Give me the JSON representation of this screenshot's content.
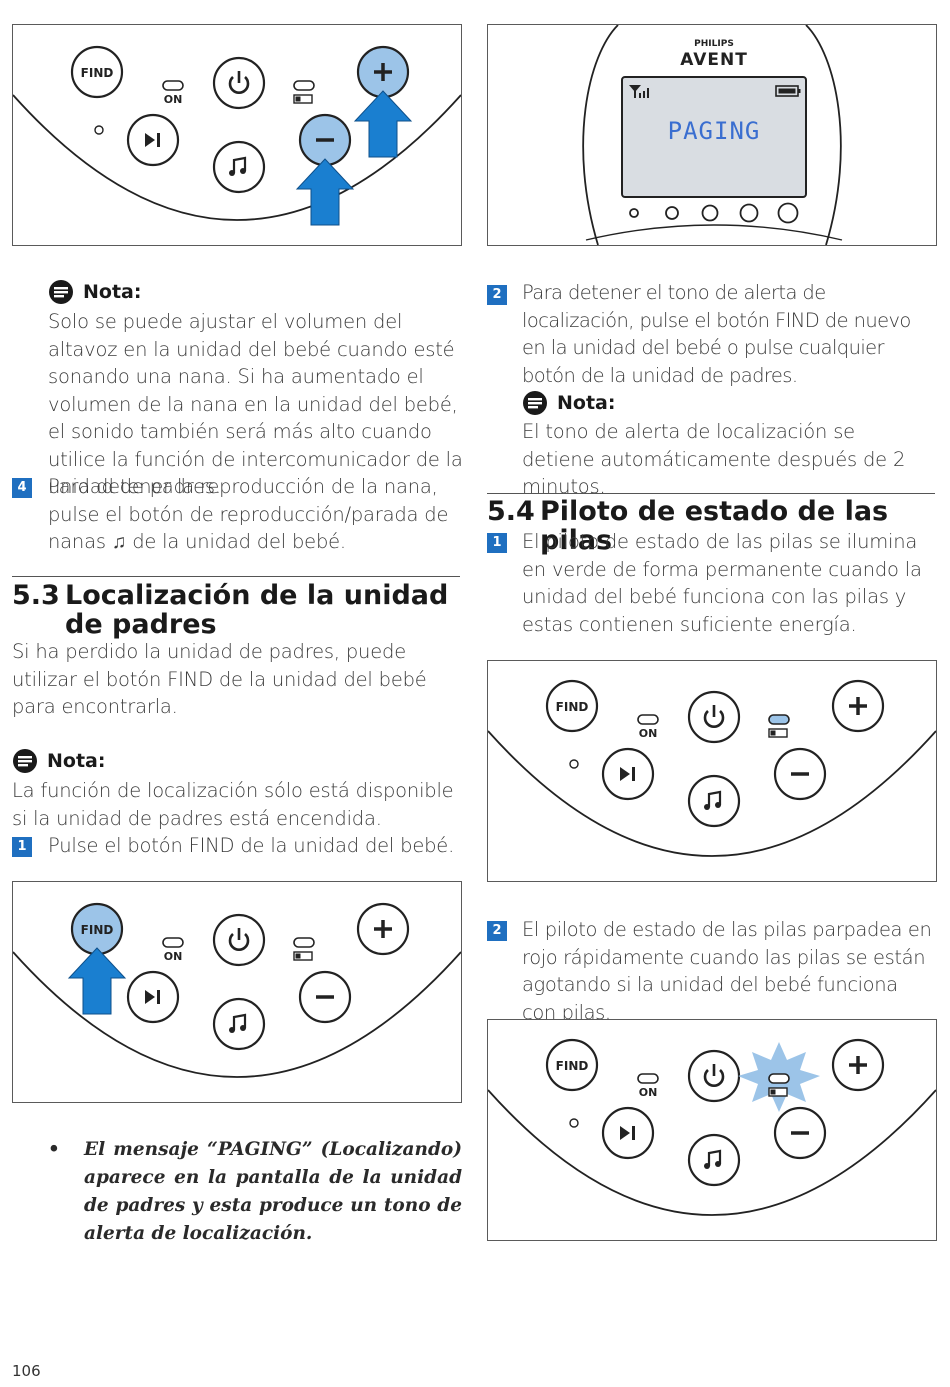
{
  "panel": {
    "find_label": "FIND",
    "on_label": "ON",
    "brand_top": "PHILIPS",
    "brand_main": "AVENT",
    "display_text": "PAGING"
  },
  "left": {
    "note1": {
      "title": "Nota:",
      "text": "Solo se puede ajustar el volumen del altavoz en la unidad del bebé cuando esté sonando una nana. Si ha aumentado el volumen de la nana en la unidad del bebé, el sonido también será más alto cuando utilice la función de intercomunicador de la unidad de padres."
    },
    "step4": {
      "num": "4",
      "text": "Para detener la reproducción de la nana, pulse el botón de reproducción/parada de nanas ♫ de la unidad del bebé."
    },
    "section53": {
      "number": "5.3",
      "title": "Localización de la unidad de padres",
      "intro": "Si ha perdido la unidad de padres, puede utilizar el botón FIND de la unidad del bebé para encontrarla."
    },
    "note2": {
      "title": "Nota:",
      "text": "La función de localización sólo está disponible si la unidad de padres está encendida."
    },
    "step1": {
      "num": "1",
      "text": "Pulse el botón FIND de la unidad del bebé."
    },
    "bullet": {
      "mark": "•",
      "text": "El mensaje “PAGING” (Localizando) aparece en la pantalla de la unidad de padres y esta produce un tono de alerta de localización."
    }
  },
  "right": {
    "step2a": {
      "num": "2",
      "text": "Para detener el tono de alerta de localización, pulse el botón FIND de nuevo en la unidad del bebé o pulse cualquier botón de la unidad de padres."
    },
    "note3": {
      "title": "Nota:",
      "text": "El tono de alerta de localización se detiene automáticamente después de 2 minutos."
    },
    "section54": {
      "number": "5.4",
      "title": "Piloto de estado de las pilas"
    },
    "step1": {
      "num": "1",
      "text": "El piloto de estado de las pilas se ilumina en verde de forma permanente cuando la unidad del bebé funciona con las pilas y estas contienen suficiente energía."
    },
    "step2b": {
      "num": "2",
      "text": "El piloto de estado de las pilas parpadea en rojo rápidamente cuando las pilas se están agotando si la unidad del bebé funciona con pilas."
    }
  },
  "page_number": "106",
  "colors": {
    "accent_blue": "#1f6fc0",
    "arrow_blue": "#1a7fd0",
    "highlight_blue": "#9cc4e8",
    "display_bg": "#d9dde2"
  }
}
